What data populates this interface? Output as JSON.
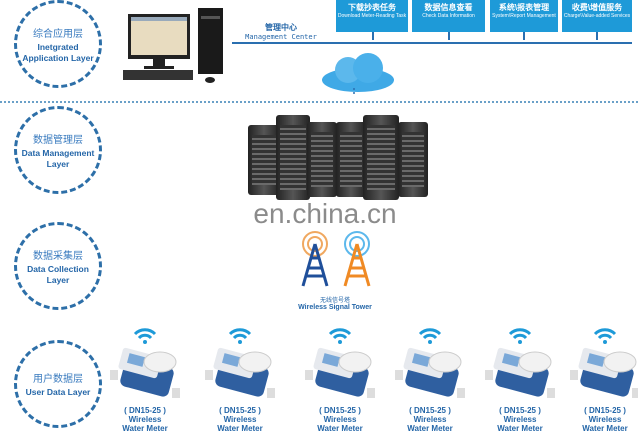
{
  "layers": [
    {
      "cn": "综合应用层",
      "en": "Inetgrated Application Layer"
    },
    {
      "cn": "数据管理层",
      "en": "Data Management Layer"
    },
    {
      "cn": "数据采集层",
      "en": "Data Collection Layer"
    },
    {
      "cn": "用户数据层",
      "en": "User Data Layer"
    }
  ],
  "management": {
    "cn": "管理中心",
    "en": "Management Center"
  },
  "services": [
    {
      "cn": "下载抄表任务",
      "en": "Download Meter-Reading Task"
    },
    {
      "cn": "数据信息查看",
      "en": "Check Data Information"
    },
    {
      "cn": "系统\\报表管理",
      "en": "System\\Report Management"
    },
    {
      "cn": "收费\\增值服务",
      "en": "Charge\\Value-added Services"
    }
  ],
  "tower": {
    "cn": "无线信号塔",
    "en": "Wireless Signal Tower"
  },
  "watermark": "en.china.cn",
  "meters": [
    {
      "model": "( DN15-25 )",
      "label": "Wireless Water Meter"
    },
    {
      "model": "( DN15-25 )",
      "label": "Wireless Water Meter"
    },
    {
      "model": "( DN15-25 )",
      "label": "Wireless Water Meter"
    },
    {
      "model": "( DN15-25 )",
      "label": "Wireless Water Meter"
    },
    {
      "model": "( DN15-25 )",
      "label": "Wireless Water Meter"
    },
    {
      "model": "( DN15-25 )",
      "label": "Wireless Water Meter"
    }
  ]
}
